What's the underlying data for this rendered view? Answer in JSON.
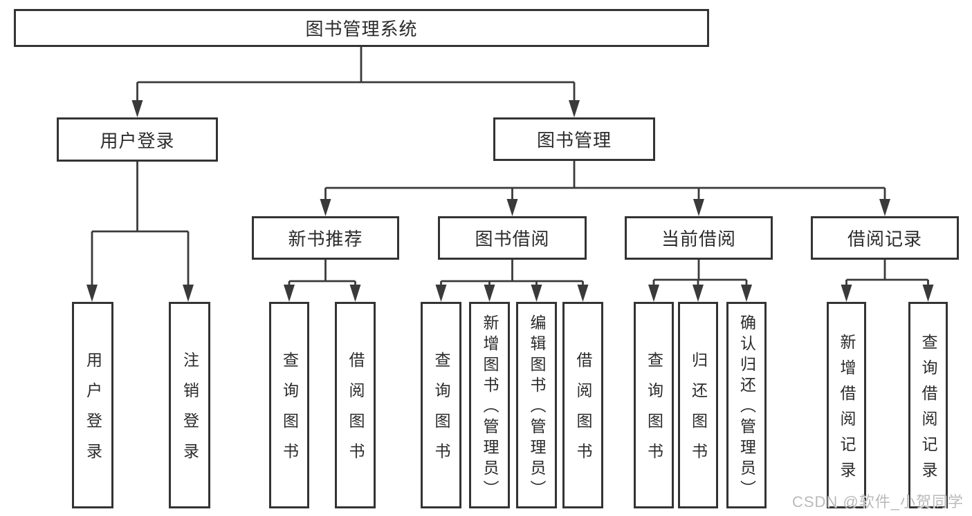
{
  "title": "图书管理系统",
  "level2": [
    "用户登录",
    "图书管理"
  ],
  "level3": [
    "新书推荐",
    "图书借阅",
    "当前借阅",
    "借阅记录"
  ],
  "leaves": {
    "user": [
      "用户登录",
      "注销登录"
    ],
    "recommend": [
      "查询图书",
      "借阅图书"
    ],
    "borrow": [
      "查询图书",
      "新增图书（管理员）",
      "编辑图书（管理员）",
      "借阅图书"
    ],
    "current": [
      "查询图书",
      "归还图书",
      "确认归还（管理员）"
    ],
    "records": [
      "新增借阅记录",
      "查询借阅记录"
    ]
  },
  "watermark": "CSDN @软件_小贺同学",
  "colors": {
    "line": "#3a3a3a",
    "box_border": "#333333",
    "box_bg": "#ffffff",
    "text": "#2b2b2b",
    "watermark": "#b9babc"
  }
}
